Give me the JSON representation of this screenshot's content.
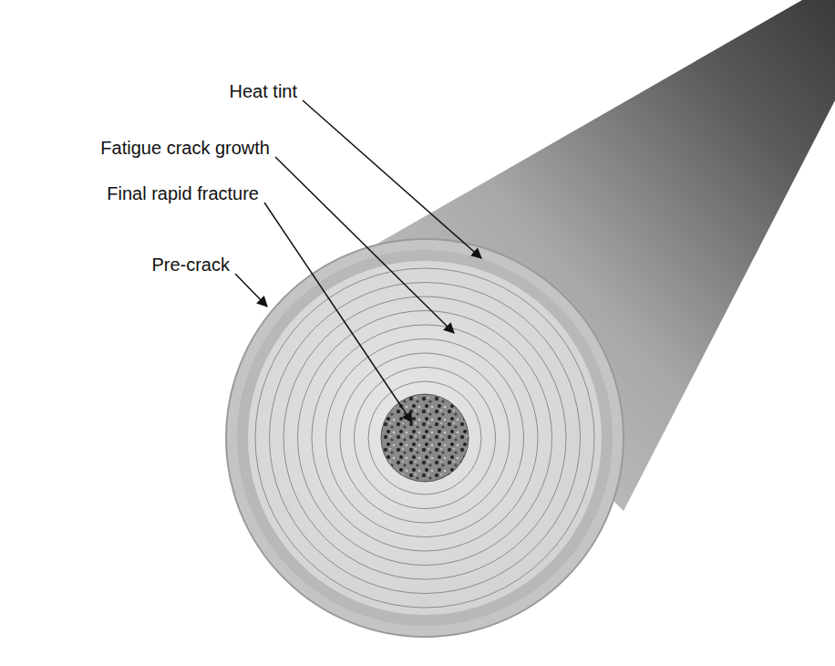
{
  "diagram": {
    "labels": [
      "Heat tint",
      "Fatigue crack growth",
      "Final rapid fracture",
      "Pre-crack"
    ]
  }
}
